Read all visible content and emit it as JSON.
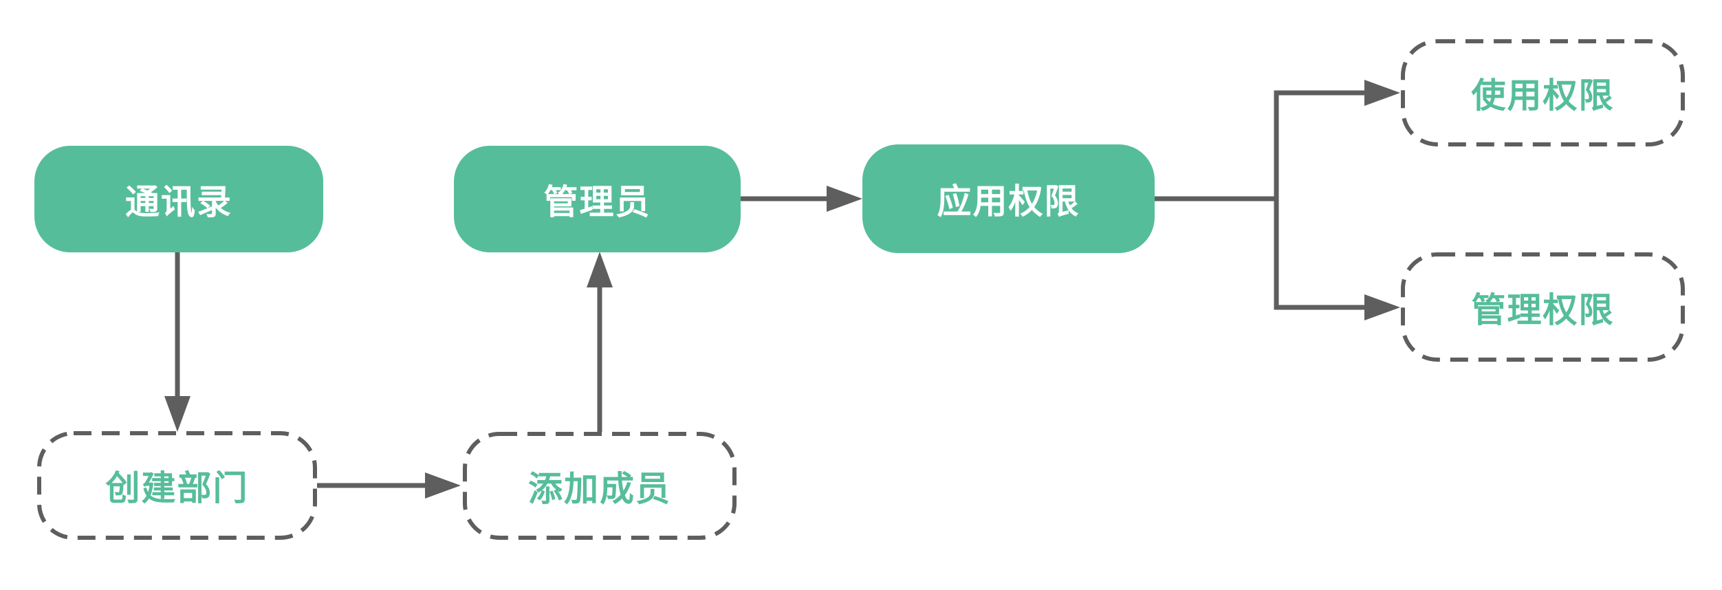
{
  "diagram": {
    "background_color": "#ffffff",
    "colors": {
      "node_fill": "#56bd9b",
      "node_text_on_fill": "#ffffff",
      "dashed_node_text": "#56bd9b",
      "dashed_node_border": "#5e5e5e",
      "connector": "#5e5e5e"
    },
    "nodes": [
      {
        "id": "contacts",
        "label": "通讯录",
        "style": "solid"
      },
      {
        "id": "admin",
        "label": "管理员",
        "style": "solid"
      },
      {
        "id": "app-permissions",
        "label": "应用权限",
        "style": "solid"
      },
      {
        "id": "create-department",
        "label": "创建部门",
        "style": "dashed"
      },
      {
        "id": "add-members",
        "label": "添加成员",
        "style": "dashed"
      },
      {
        "id": "usage-permissions",
        "label": "使用权限",
        "style": "dashed"
      },
      {
        "id": "admin-permissions",
        "label": "管理权限",
        "style": "dashed"
      }
    ],
    "edges": [
      {
        "from": "contacts",
        "to": "create-department",
        "direction": "down"
      },
      {
        "from": "create-department",
        "to": "add-members",
        "direction": "right"
      },
      {
        "from": "add-members",
        "to": "admin",
        "direction": "up"
      },
      {
        "from": "admin",
        "to": "app-permissions",
        "direction": "right"
      },
      {
        "from": "app-permissions",
        "to": "usage-permissions",
        "direction": "branch-right"
      },
      {
        "from": "app-permissions",
        "to": "admin-permissions",
        "direction": "branch-right"
      }
    ]
  }
}
